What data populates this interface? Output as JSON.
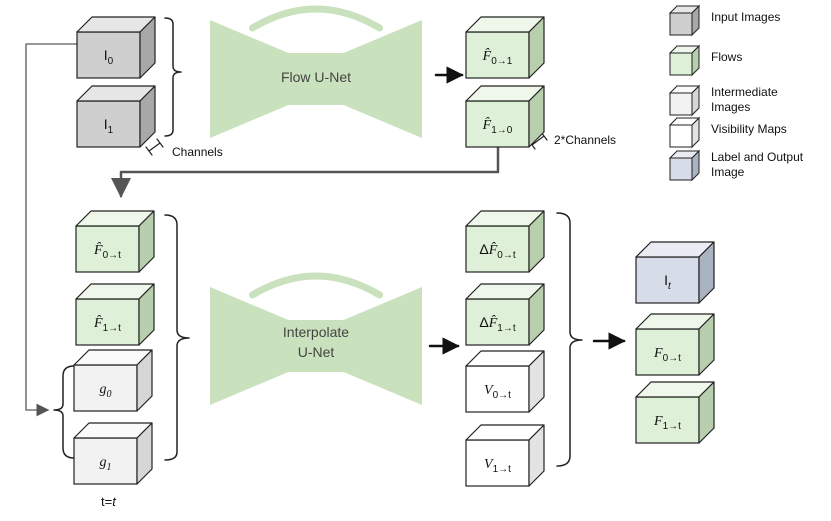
{
  "legend": [
    {
      "label_lines": [
        "Input Images"
      ],
      "colors": {
        "front": "#cfcfcf",
        "top": "#e6e6e6",
        "side": "#a8a8a8"
      }
    },
    {
      "label_lines": [
        "Flows"
      ],
      "colors": {
        "front": "#dff0d8",
        "top": "#eef7e9",
        "side": "#b7cfac"
      }
    },
    {
      "label_lines": [
        "Intermediate",
        "Images"
      ],
      "colors": {
        "front": "#f2f2f2",
        "top": "#fafafa",
        "side": "#d6d6d6"
      }
    },
    {
      "label_lines": [
        "Visibility Maps"
      ],
      "colors": {
        "front": "#ffffff",
        "top": "#ffffff",
        "side": "#e3e3e3"
      }
    },
    {
      "label_lines": [
        "Label and Output",
        "Image"
      ],
      "colors": {
        "front": "#d6dde8",
        "top": "#e9edf3",
        "side": "#aab3c2"
      }
    }
  ],
  "networks": {
    "flow": {
      "lines": [
        "Flow U-Net"
      ],
      "color": "#c9e1bd"
    },
    "interp": {
      "lines": [
        "Interpolate",
        "U-Net"
      ],
      "color": "#c9e1bd"
    }
  },
  "blocks": {
    "input0": {
      "text": "I",
      "sub": "0",
      "italic": false,
      "hat": false,
      "delta": false
    },
    "input1": {
      "text": "I",
      "sub": "1",
      "italic": false,
      "hat": false,
      "delta": false
    },
    "flow01": {
      "text": "F",
      "sub": "0→1",
      "italic": true,
      "hat": true,
      "delta": false
    },
    "flow10": {
      "text": "F",
      "sub": "1→0",
      "italic": true,
      "hat": true,
      "delta": false
    },
    "flow0t": {
      "text": "F",
      "sub": "0→t",
      "italic": true,
      "hat": true,
      "delta": false
    },
    "flow1t": {
      "text": "F",
      "sub": "1→t",
      "italic": true,
      "hat": true,
      "delta": false
    },
    "g0": {
      "text": "g",
      "sub": "0",
      "italic": true,
      "hat": false,
      "delta": false
    },
    "g1": {
      "text": "g",
      "sub": "1",
      "italic": true,
      "hat": false,
      "delta": false
    },
    "dflow0t": {
      "text": "F",
      "sub": "0→t",
      "italic": true,
      "hat": true,
      "delta": true
    },
    "dflow1t": {
      "text": "F",
      "sub": "1→t",
      "italic": true,
      "hat": true,
      "delta": true
    },
    "vis0t": {
      "text": "V",
      "sub": "0→t",
      "italic": true,
      "hat": false,
      "delta": false
    },
    "vis1t": {
      "text": "V",
      "sub": "1→t",
      "italic": true,
      "hat": false,
      "delta": false
    },
    "outIt": {
      "text": "I",
      "sub": "t",
      "italic": false,
      "hat": false,
      "delta": false
    },
    "outF0t": {
      "text": "F",
      "sub": "0→t",
      "italic": true,
      "hat": false,
      "delta": false
    },
    "outF1t": {
      "text": "F",
      "sub": "1→t",
      "italic": true,
      "hat": false,
      "delta": false
    }
  },
  "labels": {
    "channels": "Channels",
    "channels2": "2*Channels",
    "time_prefix": "t=",
    "time_value": "t"
  }
}
